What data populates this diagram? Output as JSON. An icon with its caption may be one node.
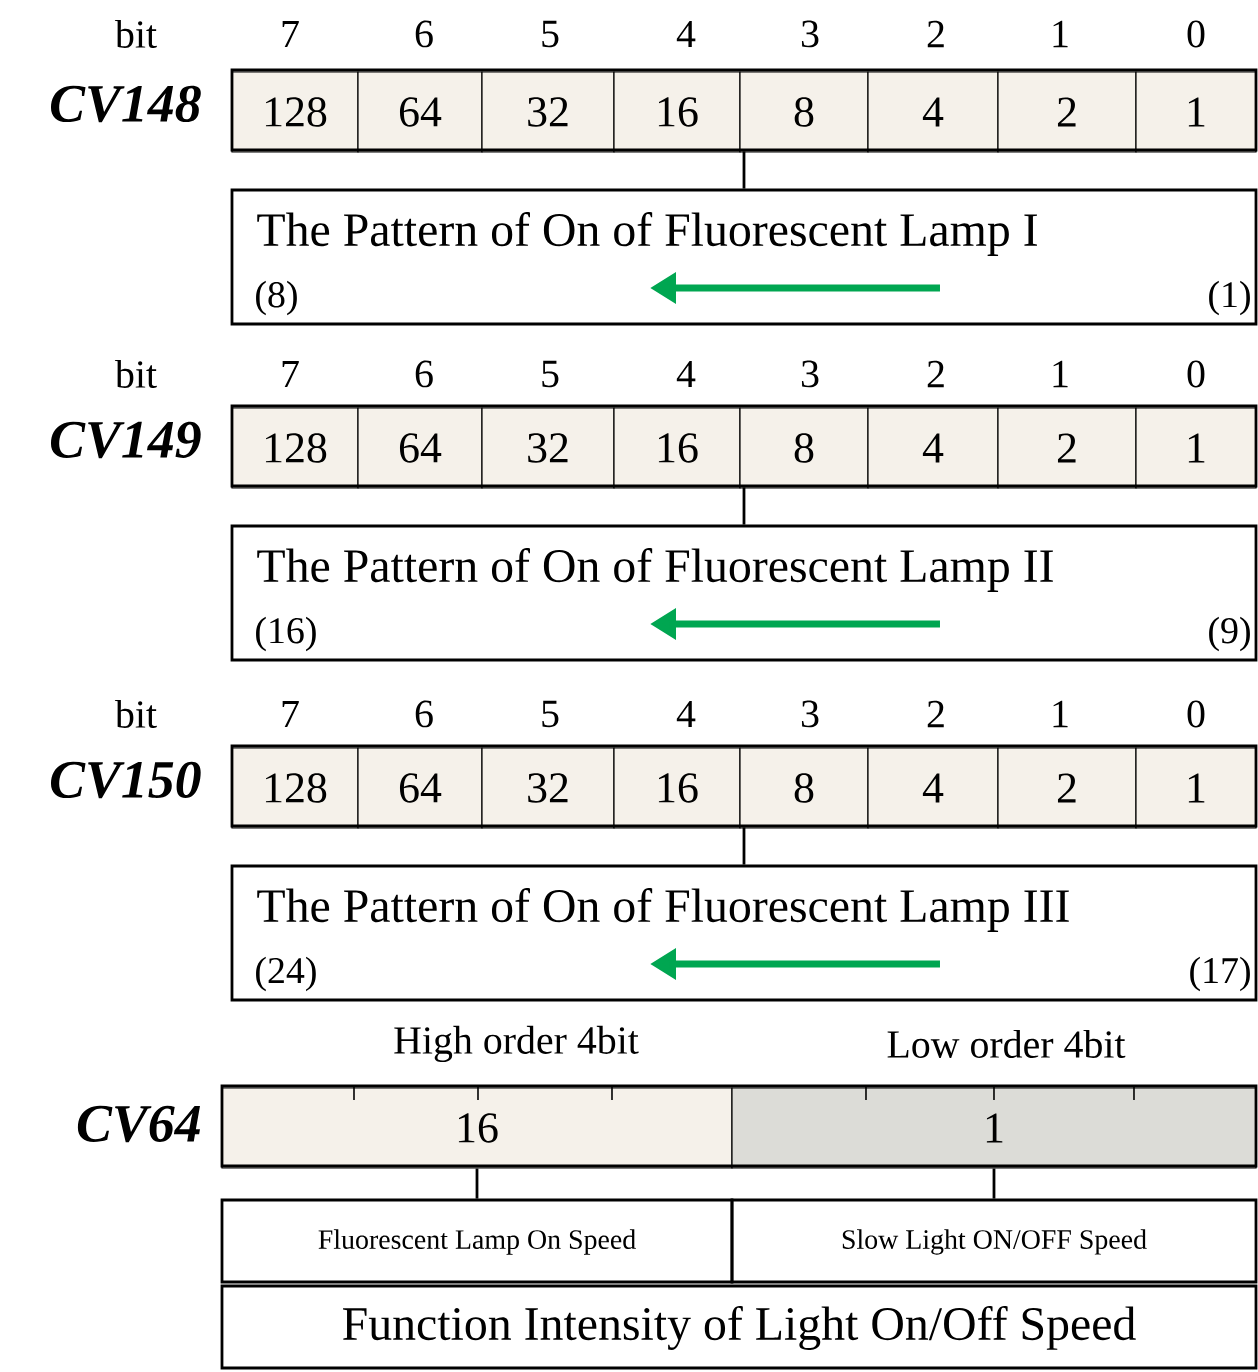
{
  "diagram": {
    "nodes": [
      {
        "text": [],
        "shape": "bar",
        "beside": [
          "CV148"
        ]
      },
      {
        "text": [
          "128"
        ],
        "in": 0
      },
      {
        "text": [
          "64"
        ],
        "in": 0
      },
      {
        "text": [
          "32"
        ],
        "in": 0
      },
      {
        "text": [
          "16"
        ],
        "in": 0
      },
      {
        "text": [
          "8"
        ],
        "in": 0
      },
      {
        "text": [
          "4"
        ],
        "in": 0
      },
      {
        "text": [
          "2"
        ],
        "in": 0
      },
      {
        "text": [
          "1"
        ],
        "in": 0
      },
      {
        "text": [
          "The Pattern of On of Fluorescent Lamp I",
          "(8)",
          "(1)"
        ]
      },
      {
        "text": [],
        "shape": "bar",
        "beside": [
          "CV149"
        ]
      },
      {
        "text": [
          "128"
        ],
        "in": 10
      },
      {
        "text": [
          "64"
        ],
        "in": 10
      },
      {
        "text": [
          "32"
        ],
        "in": 10
      },
      {
        "text": [
          "16"
        ],
        "in": 10
      },
      {
        "text": [
          "8"
        ],
        "in": 10
      },
      {
        "text": [
          "4"
        ],
        "in": 10
      },
      {
        "text": [
          "2"
        ],
        "in": 10
      },
      {
        "text": [
          "1"
        ],
        "in": 10
      },
      {
        "text": [
          "The Pattern of On of Fluorescent Lamp II",
          "(16)",
          "(9)"
        ]
      },
      {
        "text": [],
        "shape": "bar",
        "beside": [
          "CV150"
        ]
      },
      {
        "text": [
          "128"
        ],
        "in": 20
      },
      {
        "text": [
          "64"
        ],
        "in": 20
      },
      {
        "text": [
          "32"
        ],
        "in": 20
      },
      {
        "text": [
          "16"
        ],
        "in": 20
      },
      {
        "text": [
          "8"
        ],
        "in": 20
      },
      {
        "text": [
          "4"
        ],
        "in": 20
      },
      {
        "text": [
          "2"
        ],
        "in": 20
      },
      {
        "text": [
          "1"
        ],
        "in": 20
      },
      {
        "text": [
          "The Pattern of On of Fluorescent Lamp III",
          "(24)",
          "(17)"
        ]
      },
      {
        "text": [],
        "shape": "bar",
        "beside": [
          "CV64"
        ]
      },
      {
        "text": [
          "16"
        ],
        "in": 30
      },
      {
        "text": [
          "1"
        ],
        "in": 30
      },
      {
        "text": [
          "Fluorescent Lamp On Speed"
        ]
      },
      {
        "text": [
          "Slow Light ON/OFF Speed"
        ]
      },
      {
        "text": [
          "Function Intensity of Light On/Off Speed"
        ]
      }
    ],
    "edges": [
      {
        "from": 0,
        "to": 9,
        "arrow": "none"
      },
      {
        "from": 10,
        "to": 19,
        "arrow": "none"
      },
      {
        "from": 20,
        "to": 29,
        "arrow": "none"
      },
      {
        "from": 31,
        "to": 33,
        "arrow": "none"
      },
      {
        "from": 32,
        "to": 34,
        "arrow": "none"
      }
    ],
    "labels": [
      "bit",
      "7",
      "6",
      "5",
      "4",
      "3",
      "2",
      "1",
      "0",
      "bit",
      "7",
      "6",
      "5",
      "4",
      "3",
      "2",
      "1",
      "0",
      "bit",
      "7",
      "6",
      "5",
      "4",
      "3",
      "2",
      "1",
      "0",
      "High order 4bit",
      "Low order 4bit"
    ]
  }
}
